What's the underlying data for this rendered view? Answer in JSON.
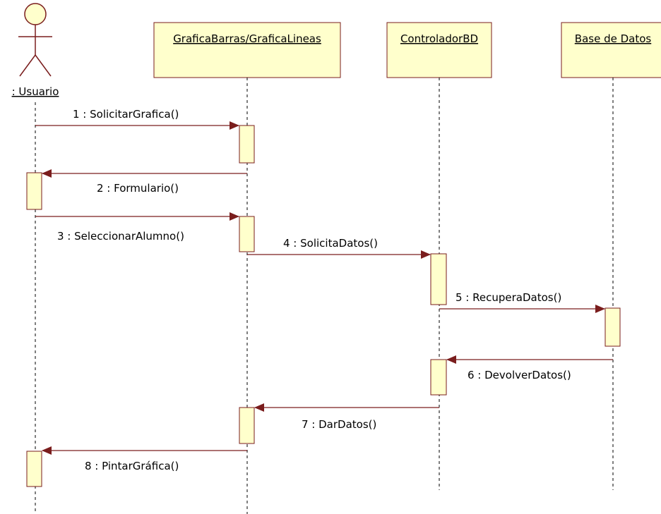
{
  "diagram": {
    "colors": {
      "background": "#ffffff",
      "box_fill": "#ffffcc",
      "box_border": "#7a1d1d",
      "arrow": "#7a1d1d",
      "lifeline": "#000000",
      "text": "#000000"
    },
    "actor": {
      "name": ": Usuario",
      "icon": "stick-figure-actor-icon"
    },
    "participants": [
      {
        "id": "grafica",
        "name": "GraficaBarras/GraficaLineas"
      },
      {
        "id": "controlador",
        "name": "ControladorBD"
      },
      {
        "id": "base",
        "name": "Base de Datos"
      }
    ],
    "messages": [
      {
        "label": "1 : SolicitarGrafica()",
        "from": "usuario",
        "to": "grafica"
      },
      {
        "label": "2 : Formulario()",
        "from": "grafica",
        "to": "usuario"
      },
      {
        "label": "3 : SeleccionarAlumno()",
        "from": "usuario",
        "to": "grafica"
      },
      {
        "label": "4 : SolicitaDatos()",
        "from": "grafica",
        "to": "controlador"
      },
      {
        "label": "5 : RecuperaDatos()",
        "from": "controlador",
        "to": "base"
      },
      {
        "label": "6 : DevolverDatos()",
        "from": "base",
        "to": "controlador"
      },
      {
        "label": "7 : DarDatos()",
        "from": "controlador",
        "to": "grafica"
      },
      {
        "label": "8 : PintarGráfica()",
        "from": "grafica",
        "to": "usuario"
      }
    ]
  }
}
